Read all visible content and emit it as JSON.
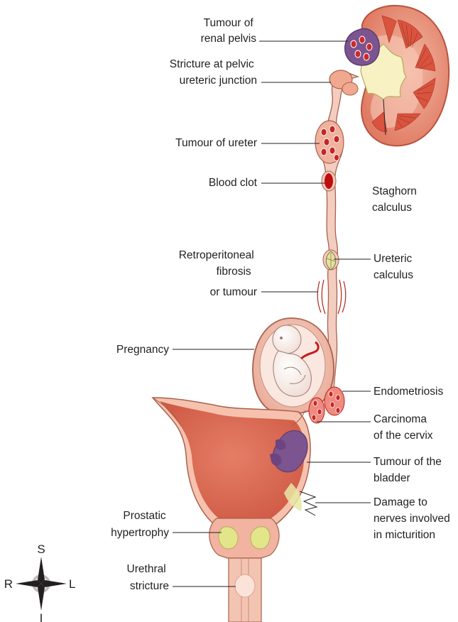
{
  "labels": {
    "renal_pelvis_tumour": [
      "Tumour of",
      "renal pelvis"
    ],
    "pelvic_ureteric_stricture": [
      "Stricture at pelvic",
      "ureteric junction"
    ],
    "ureter_tumour": [
      "Tumour of ureter"
    ],
    "blood_clot": [
      "Blood clot"
    ],
    "staghorn_calculus": [
      "Staghorn",
      "calculus"
    ],
    "retroperitoneal": [
      "Retroperitoneal",
      "fibrosis",
      "or tumour"
    ],
    "ureteric_calculus": [
      "Ureteric",
      "calculus"
    ],
    "pregnancy": [
      "Pregnancy"
    ],
    "endometriosis": [
      "Endometriosis"
    ],
    "cervix_carcinoma": [
      "Carcinoma",
      "of the cervix"
    ],
    "bladder_tumour": [
      "Tumour of the",
      "bladder"
    ],
    "nerve_damage": [
      "Damage to",
      "nerves involved",
      "in micturition"
    ],
    "prostatic_hypertrophy": [
      "Prostatic",
      "hypertrophy"
    ],
    "urethral_stricture": [
      "Urethral",
      "stricture"
    ]
  },
  "compass": {
    "superior": "S",
    "inferior": "I",
    "right": "R",
    "left": "L"
  }
}
